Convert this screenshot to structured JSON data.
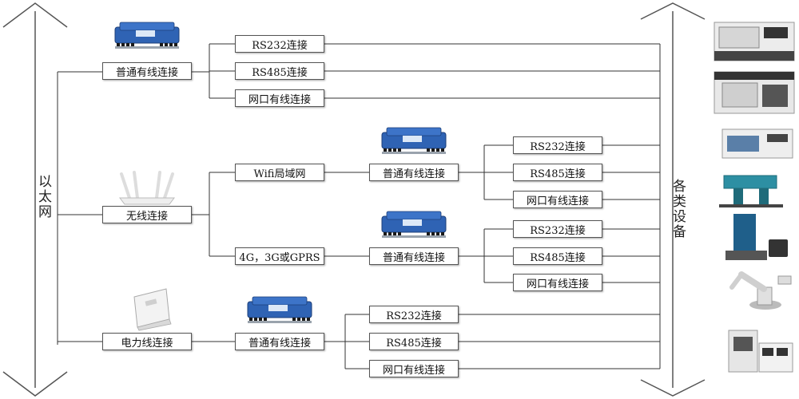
{
  "left_label": "以太网",
  "right_label": "各类设备",
  "branches": {
    "wired": {
      "connection": "普通有线连接",
      "links": [
        "RS232连接",
        "RS485连接",
        "网口有线连接"
      ]
    },
    "wireless": {
      "connection": "无线连接",
      "wifi": {
        "label": "Wifi局域网",
        "module": "普通有线连接",
        "links": [
          "RS232连接",
          "RS485连接",
          "网口有线连接"
        ]
      },
      "cellular": {
        "label": "4G，3G或GPRS",
        "module": "普通有线连接",
        "links": [
          "RS232连接",
          "RS485连接",
          "网口有线连接"
        ]
      }
    },
    "powerline": {
      "connection": "电力线连接",
      "module": "普通有线连接",
      "links": [
        "RS232连接",
        "RS485连接",
        "网口有线连接"
      ]
    }
  },
  "devices": [
    "cnc-machine",
    "cnc-machining-center",
    "cnc-lathe",
    "band-saw",
    "measuring-machine",
    "industrial-robot",
    "press-machine"
  ],
  "colors": {
    "line": "#333333",
    "box_border": "#555555",
    "module_blue": "#2f63b4"
  }
}
